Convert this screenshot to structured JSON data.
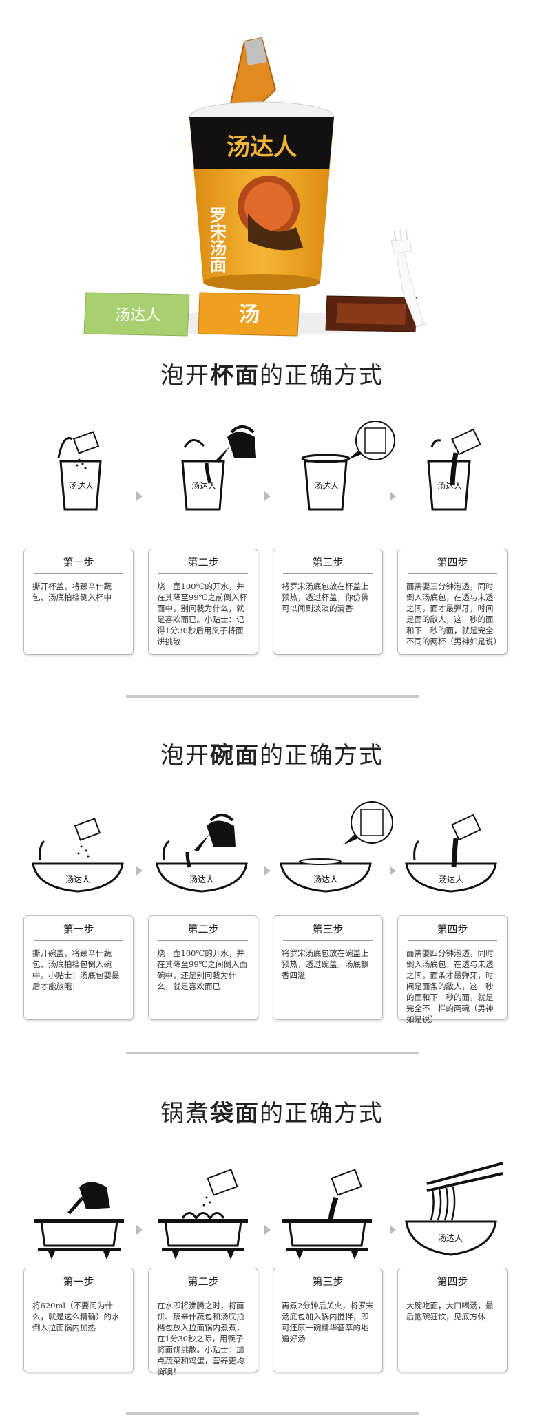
{
  "sections": [
    {
      "title_pre": "泡开",
      "title_bold": "杯面",
      "title_post": "的正确方式",
      "steps": [
        {
          "title": "第一步",
          "text": "撕开杯盖，将臻辛什蔬包、汤底拍档倒入杯中"
        },
        {
          "title": "第二步",
          "text": "烧一壶100℃的开水，并在其降至99℃之前倒入杯面中，别问我为什么，就是喜欢而已。小贴士：记得1分30秒后用叉子将面饼挑散"
        },
        {
          "title": "第三步",
          "text": "将罗宋汤底包放在杯盖上预热，透过杯盖，你仿佛可以闻到淡淡的清香"
        },
        {
          "title": "第四步",
          "text": "面需要三分钟泡透，同时倒入汤底包，在透与未透之间，面才最弹牙，时间是面的敌人，这一秒的面和下一秒的面，就是完全不同的两杯（男神如是说）"
        }
      ]
    },
    {
      "title_pre": "泡开",
      "title_bold": "碗面",
      "title_post": "的正确方式",
      "steps": [
        {
          "title": "第一步",
          "text": "撕开碗盖，将臻辛什蔬包、汤底拍档包倒入碗中。小贴士：汤底包要最后才能放哦！"
        },
        {
          "title": "第二步",
          "text": "烧一壶100℃的开水，并在其降至99℃之间倒入面碗中，还是别问我为什么，就是喜欢而已"
        },
        {
          "title": "第三步",
          "text": "将罗宋汤底包放在碗盖上预热，透过碗盖，汤底飘香四溢"
        },
        {
          "title": "第四步",
          "text": "面需要四分钟泡透，同时倒入汤底包，在透与未透之间，面条才最弹牙，时间是面条的敌人，这一秒的面和下一秒的面，就是完全不一样的两碗（男神如是说）"
        }
      ]
    },
    {
      "title_pre": "锅煮",
      "title_bold": "袋面",
      "title_post": "的正确方式",
      "steps": [
        {
          "title": "第一步",
          "text": "将620ml（不要问为什么，就是这么精确）的水倒入拉面锅内加热"
        },
        {
          "title": "第二步",
          "text": "在水即将沸腾之时，将面饼、臻辛什蔬包和汤底拍档包放入拉面锅内煮煮，在1分30秒之际，用筷子将面饼挑散。小贴士：加点蔬菜和鸡蛋，营养更均衡噢！"
        },
        {
          "title": "第三步",
          "text": "再煮2分钟后关火，将罗宋汤底包加入锅内搅拌，即可还原一碗精华荟萃的地道好汤"
        },
        {
          "title": "第四步",
          "text": "大碗吃面，大口喝汤，最后抱碗狂饮，见底方休"
        }
      ]
    }
  ],
  "brand": {
    "logo_text": "汤达人",
    "flavor": "罗宋汤面",
    "packet_text": "汤"
  },
  "colors": {
    "orange": "#f0a020",
    "green": "#a8d070",
    "dark": "#222222"
  }
}
